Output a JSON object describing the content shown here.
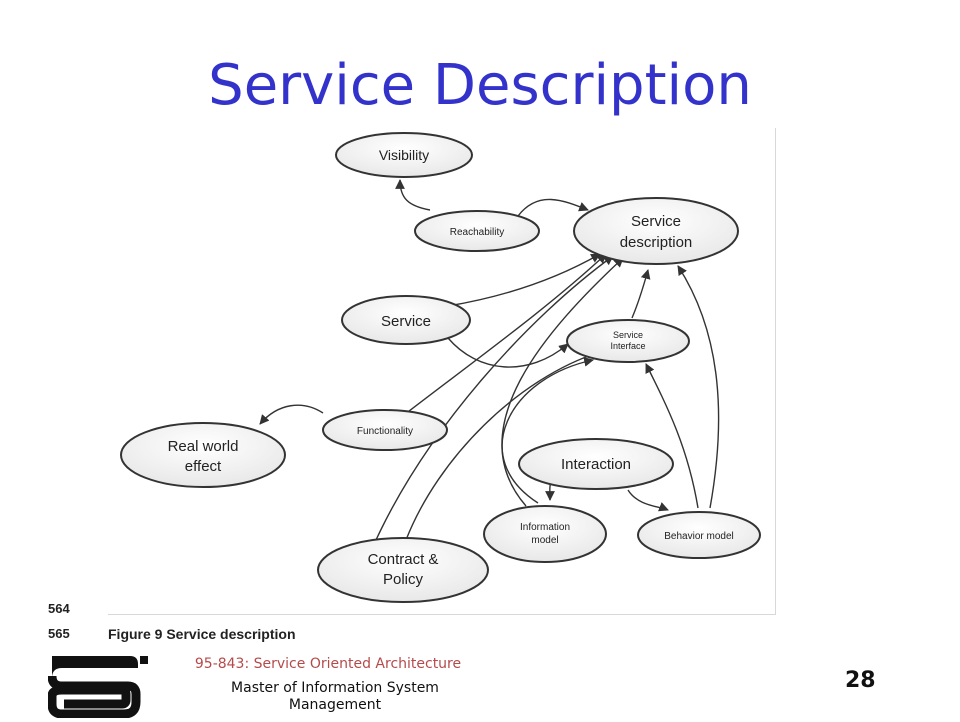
{
  "slide": {
    "title": "Service Description",
    "line_numbers": [
      "564",
      "565"
    ],
    "caption": "Figure 9 Service description",
    "course": "95-843: Service Oriented Architecture",
    "program": "Master of Information System Management",
    "page_number": "28"
  },
  "diagram": {
    "nodes": {
      "visibility": "Visibility",
      "reachability": "Reachability",
      "service_description_1": "Service",
      "service_description_2": "description",
      "service": "Service",
      "service_interface_1": "Service",
      "service_interface_2": "Interface",
      "functionality": "Functionality",
      "real_world_effect_1": "Real world",
      "real_world_effect_2": "effect",
      "interaction": "Interaction",
      "information_model_1": "Information",
      "information_model_2": "model",
      "behavior_model": "Behavior model",
      "contract_policy_1": "Contract &",
      "contract_policy_2": "Policy"
    }
  },
  "colors": {
    "title": "#3333cc",
    "course": "#b54a4a",
    "ellipse_fill": "#f4f4f4",
    "ellipse_stroke": "#333333"
  }
}
